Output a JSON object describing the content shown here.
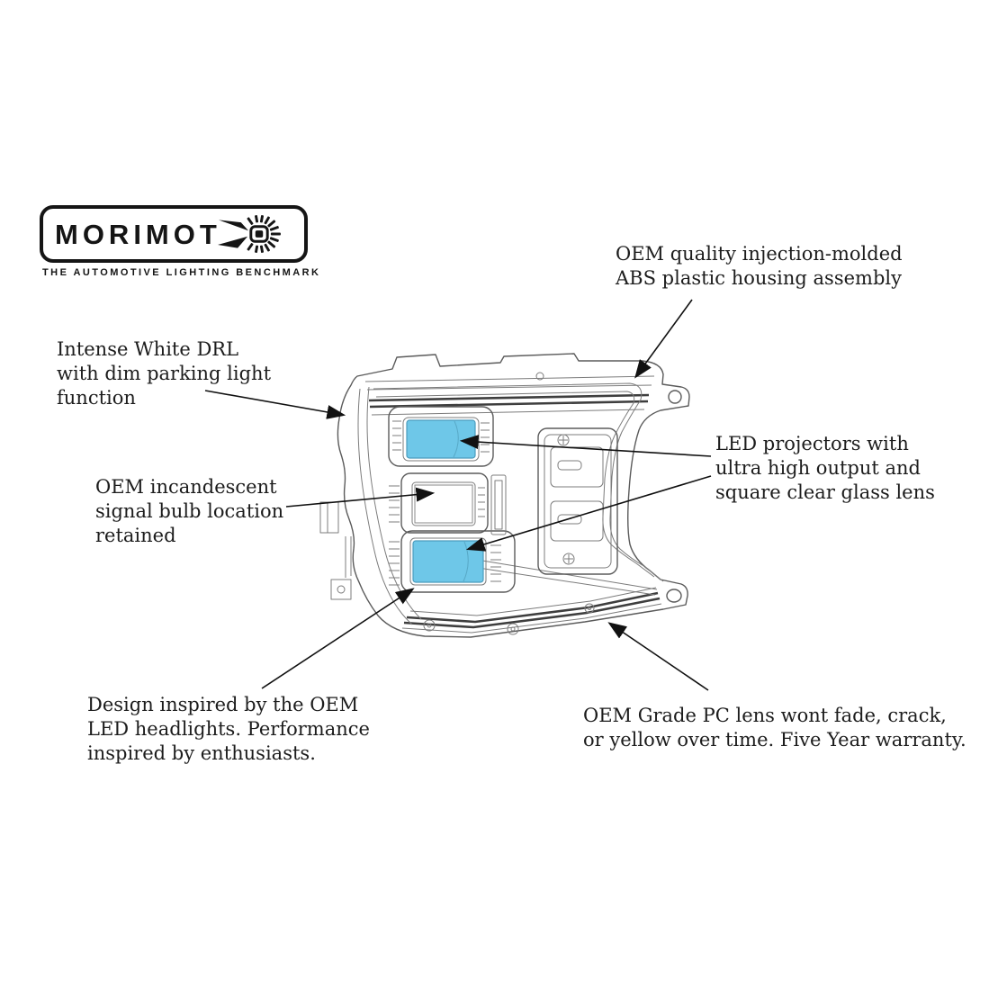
{
  "logo": {
    "brand": "MORIMOTO",
    "brand_prefix": "MORIMOT",
    "tagline": "THE AUTOMOTIVE LIGHTING BENCHMARK"
  },
  "callouts": {
    "housing": {
      "lines": [
        "OEM quality injection-molded",
        "ABS plastic housing assembly"
      ]
    },
    "drl": {
      "lines": [
        "Intense White DRL",
        "with dim parking light",
        "function"
      ]
    },
    "signal": {
      "lines": [
        "OEM incandescent",
        "signal bulb location",
        "retained"
      ]
    },
    "projectors": {
      "lines": [
        "LED projectors with",
        "ultra high output and",
        "square clear glass lens"
      ]
    },
    "design": {
      "lines": [
        "Design inspired by the OEM",
        "LED headlights. Performance",
        "inspired by enthusiasts."
      ]
    },
    "lens": {
      "lines": [
        "OEM Grade PC lens wont fade, crack,",
        "or yellow over time. Five Year warranty."
      ]
    }
  },
  "diagram": {
    "subject": "LED truck headlight technical line drawing",
    "highlights": [
      {
        "name": "high-beam-projector",
        "color": "#6ec7e8"
      },
      {
        "name": "signal-bulb-window",
        "color": "#ffffff"
      },
      {
        "name": "low-beam-projector",
        "color": "#6ec7e8"
      }
    ]
  },
  "colors": {
    "projector_fill": "#6ec7e8",
    "drawing_line": "#5b5b5b",
    "arrow": "#111111",
    "text": "#1c1c1c",
    "logo_ink": "#151515"
  }
}
